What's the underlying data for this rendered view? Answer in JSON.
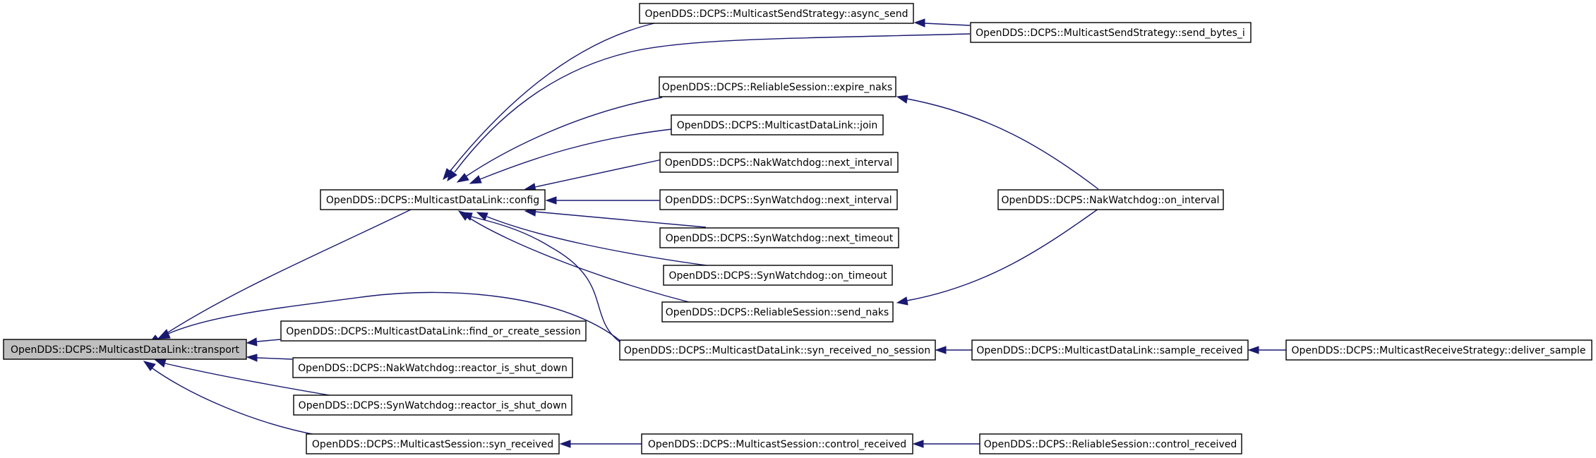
{
  "nodes": {
    "transport": "OpenDDS::DCPS::MulticastDataLink::transport",
    "config": "OpenDDS::DCPS::MulticastDataLink::config",
    "find_or_create_session": "OpenDDS::DCPS::MulticastDataLink::find_or_create_session",
    "nak_reactor_is_shut_down": "OpenDDS::DCPS::NakWatchdog::reactor_is_shut_down",
    "syn_reactor_is_shut_down": "OpenDDS::DCPS::SynWatchdog::reactor_is_shut_down",
    "syn_received": "OpenDDS::DCPS::MulticastSession::syn_received",
    "async_send": "OpenDDS::DCPS::MulticastSendStrategy::async_send",
    "send_bytes_i": "OpenDDS::DCPS::MulticastSendStrategy::send_bytes_i",
    "expire_naks": "OpenDDS::DCPS::ReliableSession::expire_naks",
    "join": "OpenDDS::DCPS::MulticastDataLink::join",
    "nak_next_interval": "OpenDDS::DCPS::NakWatchdog::next_interval",
    "syn_next_interval": "OpenDDS::DCPS::SynWatchdog::next_interval",
    "syn_next_timeout": "OpenDDS::DCPS::SynWatchdog::next_timeout",
    "syn_on_timeout": "OpenDDS::DCPS::SynWatchdog::on_timeout",
    "send_naks": "OpenDDS::DCPS::ReliableSession::send_naks",
    "syn_received_no_session": "OpenDDS::DCPS::MulticastDataLink::syn_received_no_session",
    "nak_on_interval": "OpenDDS::DCPS::NakWatchdog::on_interval",
    "sample_received": "OpenDDS::DCPS::MulticastDataLink::sample_received",
    "deliver_sample": "OpenDDS::DCPS::MulticastReceiveStrategy::deliver_sample",
    "ms_control_received": "OpenDDS::DCPS::MulticastSession::control_received",
    "rs_control_received": "OpenDDS::DCPS::ReliableSession::control_received"
  },
  "colors": {
    "edge": "#191970",
    "root_fill": "#bfbfbf",
    "node_fill": "#ffffff",
    "node_border": "#000000"
  }
}
